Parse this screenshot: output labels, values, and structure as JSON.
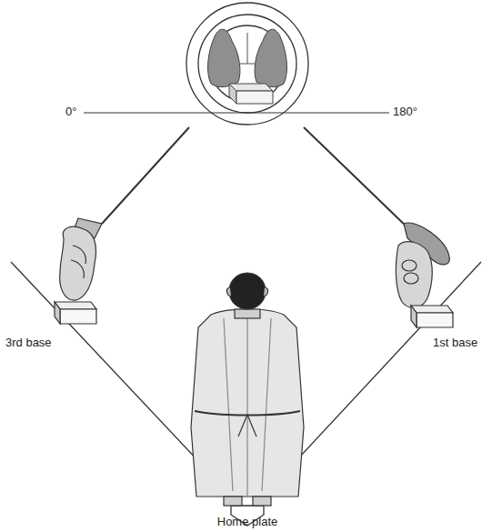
{
  "diagram": {
    "labels": [
      "0°",
      "180°",
      "3rd base",
      "1st base",
      "Home plate"
    ]
  }
}
